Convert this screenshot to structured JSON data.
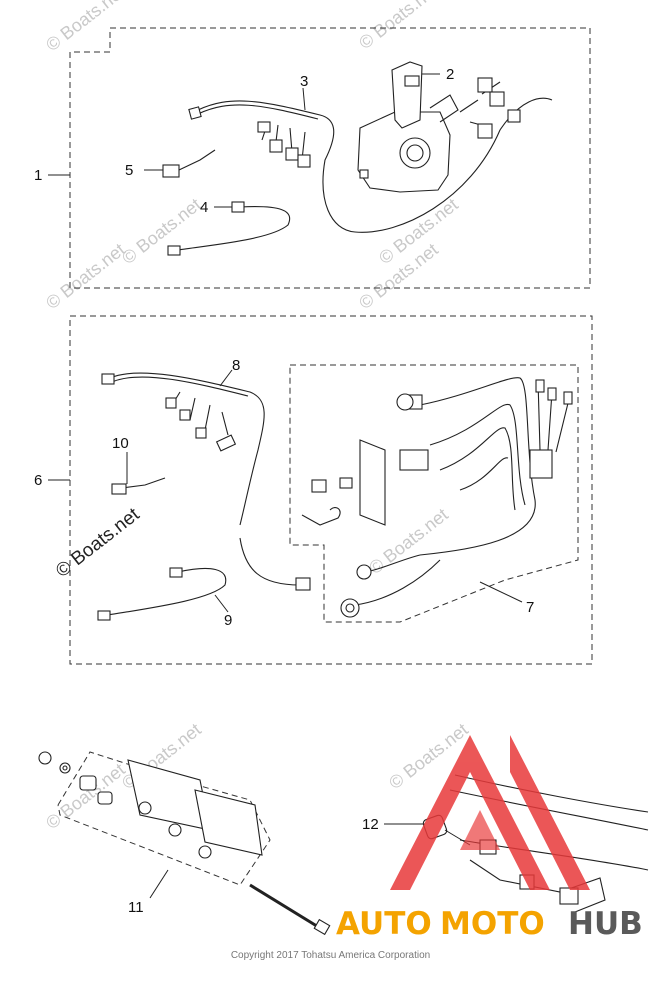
{
  "watermark": {
    "small": "© Boats.net",
    "large": "© Boats.net"
  },
  "callouts": {
    "c1": "1",
    "c2": "2",
    "c3": "3",
    "c4": "4",
    "c5": "5",
    "c6": "6",
    "c7": "7",
    "c8": "8",
    "c9": "9",
    "c10": "10",
    "c11": "11",
    "c12": "12"
  },
  "logo": {
    "part1": "AUTO",
    "part2": "MOTO",
    "part3": "HUB",
    "colors": {
      "auto": "#f4a300",
      "moto": "#f4a300",
      "hub": "#5a5a5a",
      "mark": "#e8393a"
    }
  },
  "copyright": "Copyright 2017 Tohatsu America Corporation"
}
